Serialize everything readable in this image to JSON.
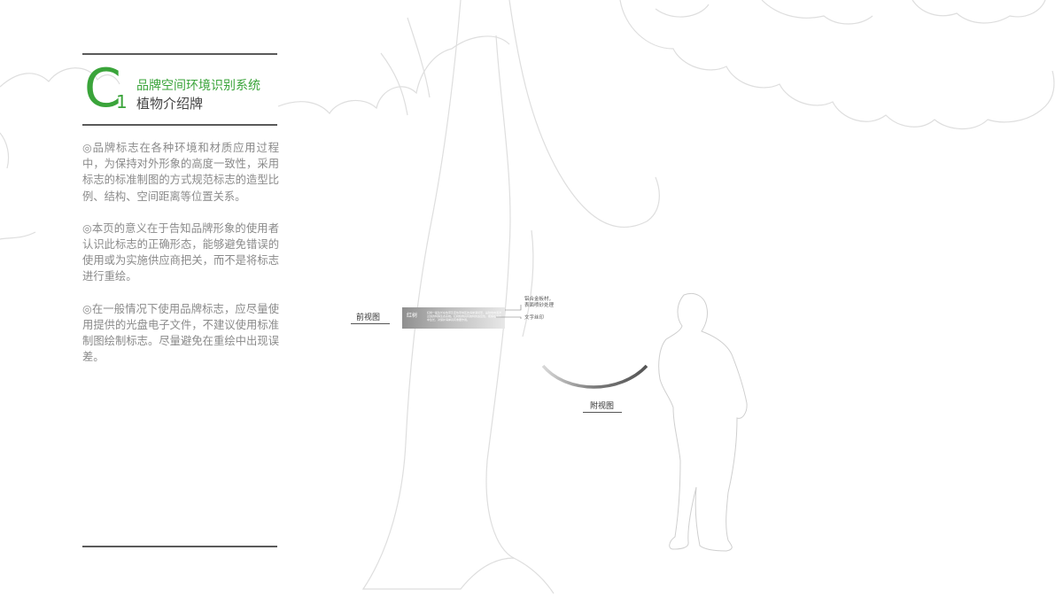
{
  "header": {
    "section_letter": "C",
    "section_number": "1",
    "title": "品牌空间环境识别系统",
    "subtitle": "植物介绍牌"
  },
  "paragraphs": [
    "◎品牌标志在各种环境和材质应用过程中，为保持对外形象的高度一致性，采用标志的标准制图的方式规范标志的造型比例、结构、空间距离等位置关系。",
    "◎本页的意义在于告知品牌形象的使用者认识此标志的正确形态，能够避免错误的使用或为实施供应商把关，而不是将标志进行重绘。",
    "◎在一般情况下使用品牌标志，应尽量使用提供的光盘电子文件，不建议使用标准制图绘制标志。尽量避免在重绘中出现误差。"
  ],
  "drawing": {
    "front_view_label": "前视图",
    "top_view_label": "附视图",
    "sign_name": "红树",
    "sign_description": "红树一般生长在热带及亚热带地区的海岸潮间带，是陆地向海洋过渡的特殊生态系统。红树植物具有独特的适应性，能够在海水中生长，对保护海岸具有重要作用。",
    "material_note_line1": "铝合金板材，",
    "material_note_line2": "表面喷砂处理",
    "print_note": "文字丝印"
  },
  "colors": {
    "accent_green": "#3aa43a",
    "rule_gray": "#5a5a5a",
    "body_text": "#8a8a8a"
  }
}
